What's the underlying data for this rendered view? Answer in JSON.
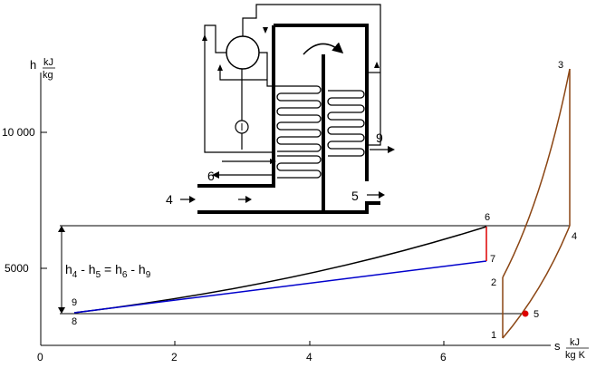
{
  "axes": {
    "y_symbol": "h",
    "y_unit_num": "kJ",
    "y_unit_den": "kg",
    "x_symbol": "s",
    "x_unit_num": "kJ",
    "x_unit_den": "kg K",
    "y_ticks": [
      "10 000",
      "5000"
    ],
    "x_ticks": [
      "0",
      "2",
      "4",
      "6"
    ]
  },
  "points": {
    "p1": "1",
    "p2": "2",
    "p3": "3",
    "p4": "4",
    "p5": "5",
    "p6": "6",
    "p7": "7",
    "p8": "8",
    "p9": "9"
  },
  "equation": {
    "h4": "h",
    "s4": "4",
    "minus1": " - h",
    "s5": "5",
    "eq": " = h",
    "s6": "6",
    "minus2": " - h",
    "s9": "9"
  },
  "apparatus": {
    "label_4": "4",
    "label_5": "5",
    "label_6": "6",
    "label_9": "9"
  },
  "colors": {
    "brown": "#8B4513",
    "blue": "#0000CC",
    "red": "#DD0000",
    "black": "#000000"
  }
}
